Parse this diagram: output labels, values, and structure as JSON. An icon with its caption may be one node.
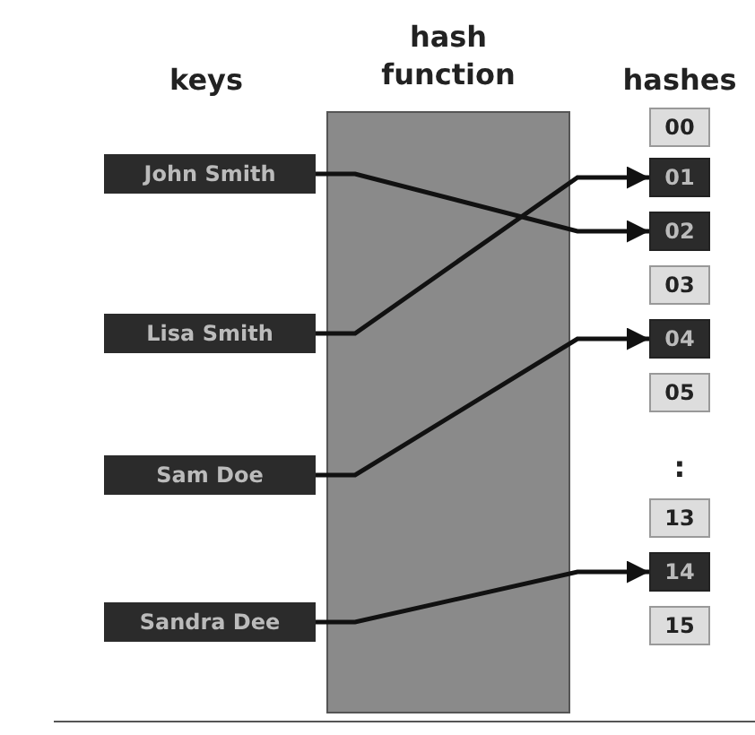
{
  "diagram": {
    "nodes": [
      {
        "text": [
          "John Smith"
        ]
      },
      {
        "text": [
          "Lisa Smith"
        ]
      },
      {
        "text": [
          "Sam Doe"
        ]
      },
      {
        "text": [
          "Sandra Dee"
        ]
      },
      {
        "text": [
          "00"
        ]
      },
      {
        "text": [
          "01"
        ]
      },
      {
        "text": [
          "02"
        ]
      },
      {
        "text": [
          "03"
        ]
      },
      {
        "text": [
          "04"
        ]
      },
      {
        "text": [
          "05"
        ]
      },
      {
        "text": [
          "13"
        ]
      },
      {
        "text": [
          "14"
        ]
      },
      {
        "text": [
          "15"
        ]
      }
    ],
    "edges": [
      {
        "from": 0,
        "to": 6,
        "arrow": "to"
      },
      {
        "from": 1,
        "to": 5,
        "arrow": "to"
      },
      {
        "from": 2,
        "to": 8,
        "arrow": "to"
      },
      {
        "from": 3,
        "to": 11,
        "arrow": "to"
      }
    ],
    "labels": [
      "hash function",
      "keys",
      "hashes",
      ":"
    ]
  }
}
